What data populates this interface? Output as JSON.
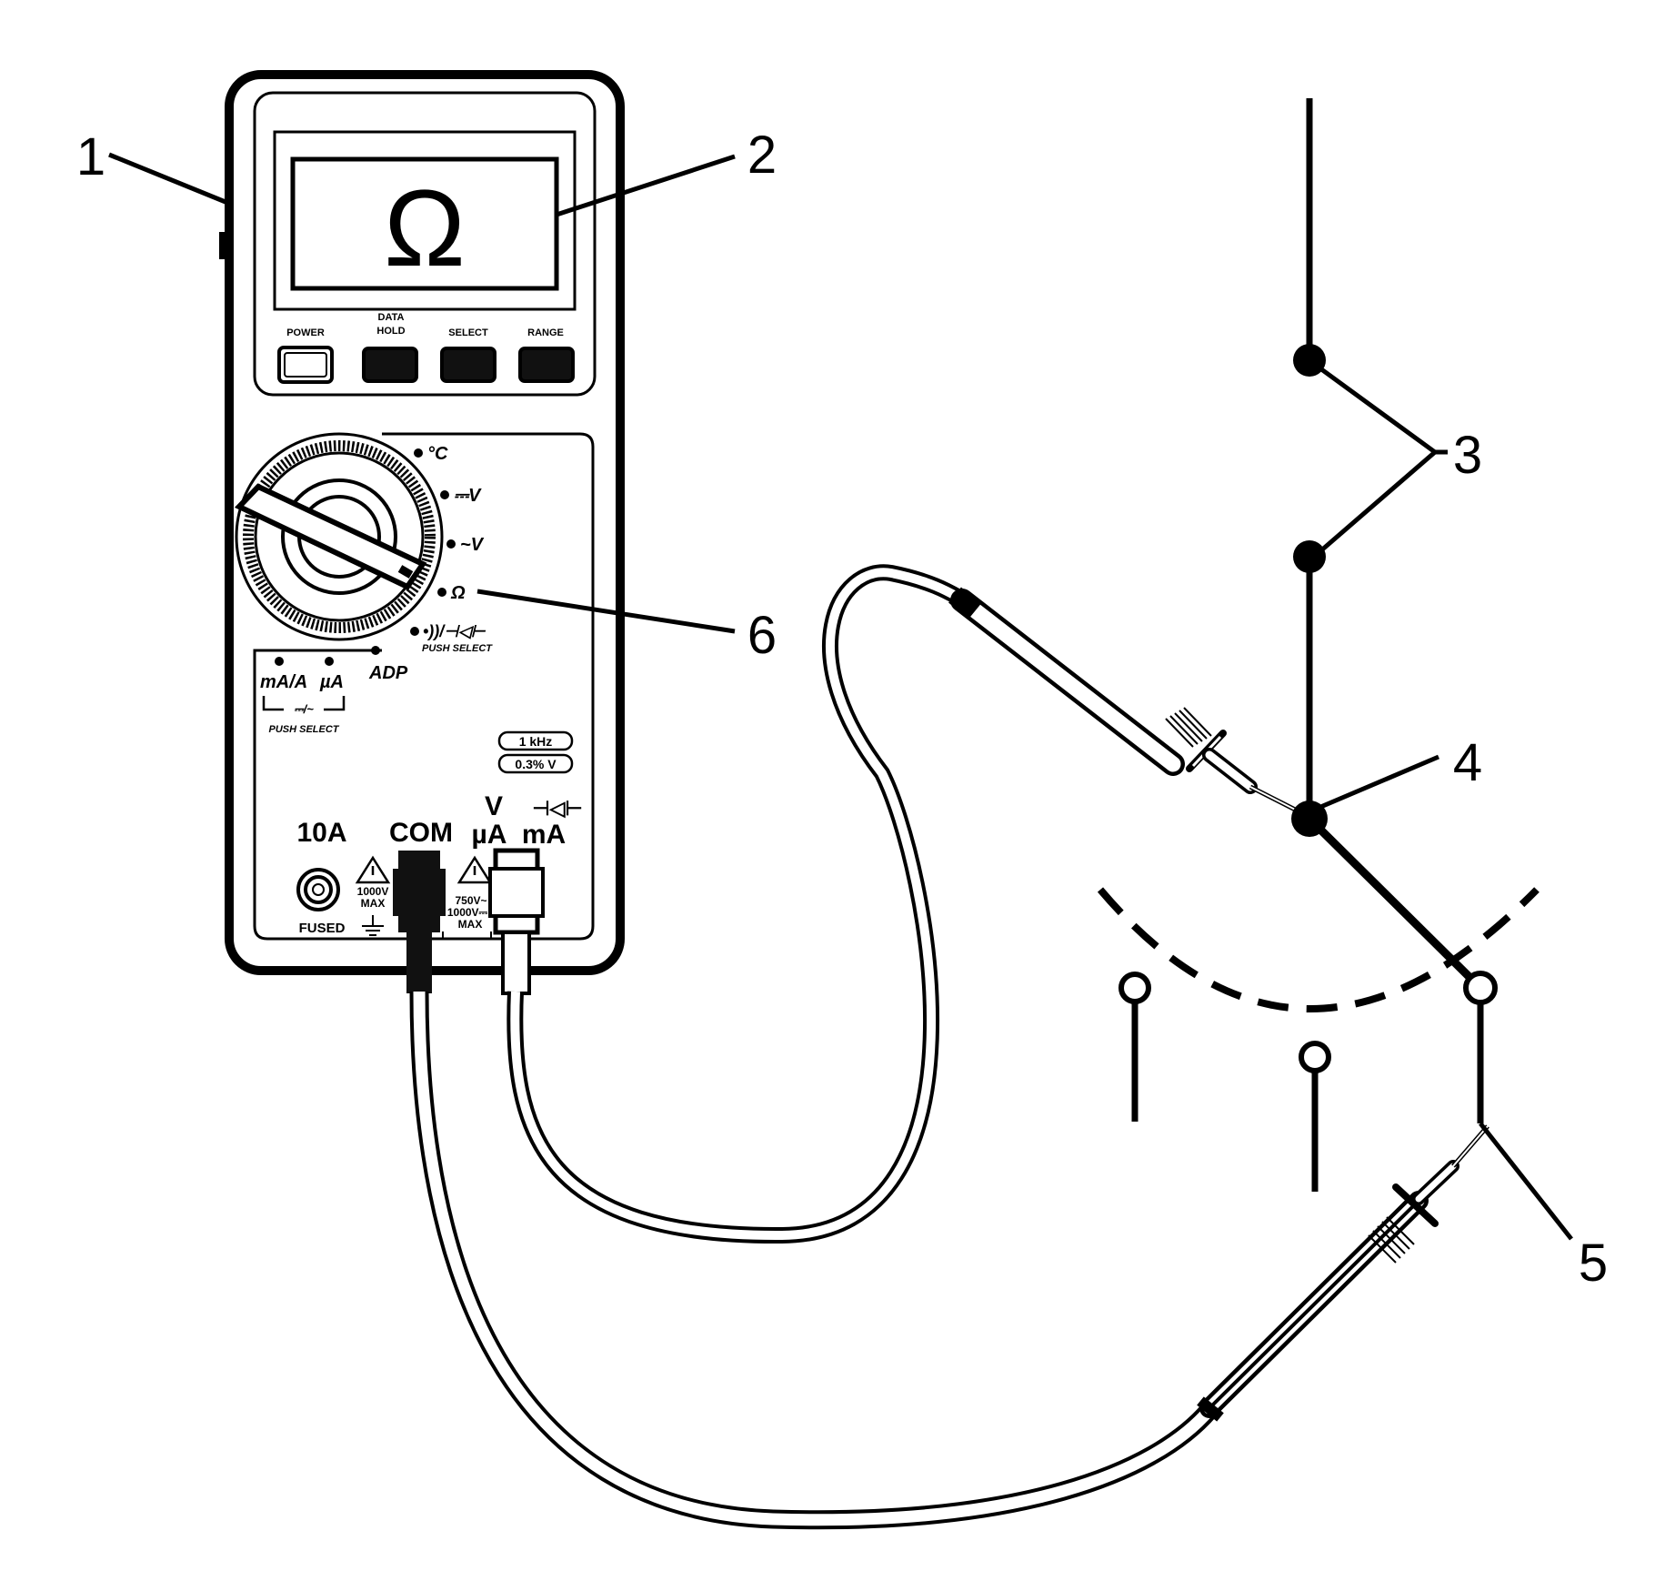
{
  "display": {
    "symbol": "Ω"
  },
  "buttons": [
    {
      "label_line1": "POWER",
      "label_line2": ""
    },
    {
      "label_line1": "DATA",
      "label_line2": "HOLD"
    },
    {
      "label_line1": "SELECT",
      "label_line2": ""
    },
    {
      "label_line1": "RANGE",
      "label_line2": ""
    }
  ],
  "dial": {
    "temp": "°C",
    "dcv": "⎓V",
    "acv": "~V",
    "ohm": "Ω",
    "continuity": "•))/⊣◁⊢",
    "push_select_right": "PUSH SELECT",
    "ma_a": "mA/A",
    "ua": "µA",
    "adp": "ADP",
    "ac_dc": "⎓/~",
    "push_select_left": "PUSH SELECT"
  },
  "spec_badges": {
    "freq": "1 kHz",
    "accuracy": "0.3% V"
  },
  "jacks": {
    "amp": "10A",
    "com": "COM",
    "v": "V",
    "ua": "µA",
    "diode": "⊣◁⊢",
    "ma": "mA",
    "fused": "FUSED",
    "left_rating_1": "1000V",
    "left_rating_2": "MAX",
    "right_rating_1": "750V~",
    "right_rating_2": "1000V⎓",
    "right_rating_3": "MAX"
  },
  "callouts": [
    "1",
    "2",
    "3",
    "4",
    "5",
    "6"
  ]
}
